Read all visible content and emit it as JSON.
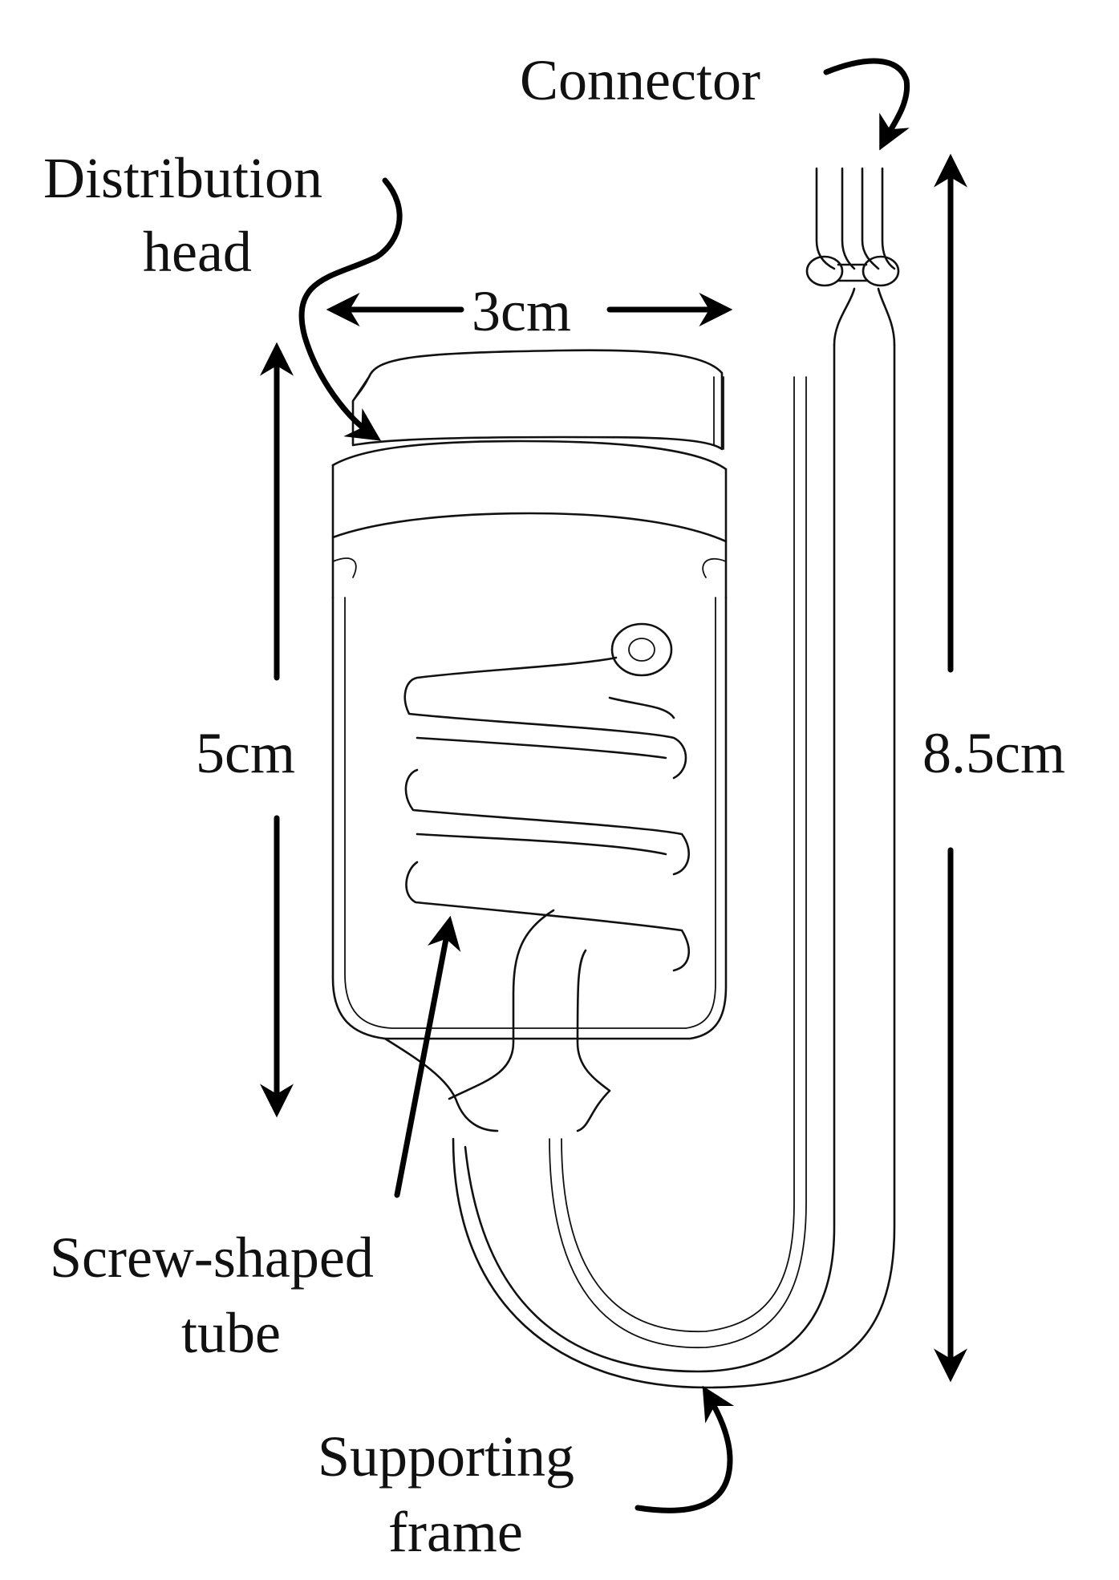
{
  "labels": {
    "connector": "Connector",
    "distribution_head_line1": "Distribution",
    "distribution_head_line2": "head",
    "width_dimension": "3cm",
    "height_dimension": "5cm",
    "length_dimension": "8.5cm",
    "screw_tube_line1": "Screw-shaped",
    "screw_tube_line2": "tube",
    "supporting_frame_line1": "Supporting",
    "supporting_frame_line2": "frame"
  }
}
